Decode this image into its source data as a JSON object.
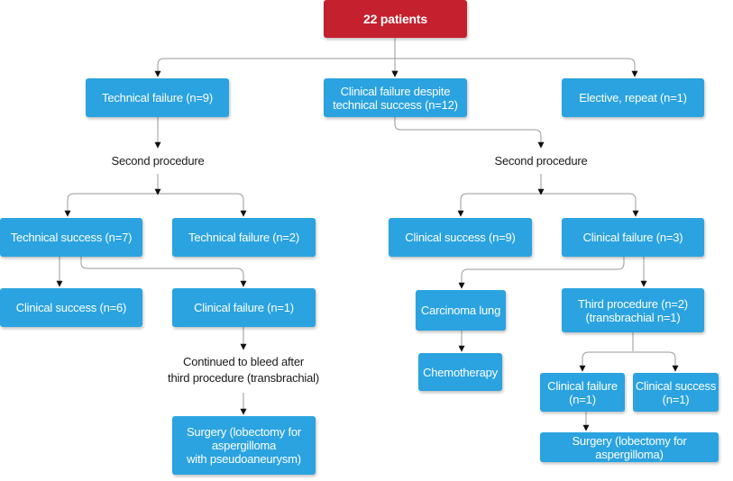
{
  "root": "22 patients",
  "level1": {
    "technical_failure": "Technical failure (n=9)",
    "clinical_failure": "Clinical failure despite\ntechnical success (n=12)",
    "elective_repeat": "Elective, repeat (n=1)"
  },
  "left": {
    "second_procedure": "Second procedure",
    "technical_success": "Technical success (n=7)",
    "technical_failure": "Technical failure (n=2)",
    "clinical_success": "Clinical success (n=6)",
    "clinical_failure": "Clinical failure (n=1)",
    "continued_bleed": "Continued to bleed after\nthird procedure (transbrachial)",
    "surgery": "Surgery (lobectomy for\naspergilloma\nwith pseudoaneurysm)"
  },
  "right": {
    "second_procedure": "Second procedure",
    "clinical_success": "Clinical success (n=9)",
    "clinical_failure": "Clinical failure (n=3)",
    "carcinoma_lung": "Carcinoma lung",
    "chemotherapy": "Chemotherapy",
    "third_procedure": "Third procedure (n=2)\n(transbrachial n=1)",
    "clinical_failure_sub": "Clinical failure\n(n=1)",
    "clinical_success_sub": "Clinical success\n(n=1)",
    "surgery": "Surgery (lobectomy for aspergilloma)"
  },
  "colors": {
    "root": "#c4202e",
    "box": "#2aa3e0",
    "line": "#9a9a9a",
    "arrow": "#111111"
  }
}
